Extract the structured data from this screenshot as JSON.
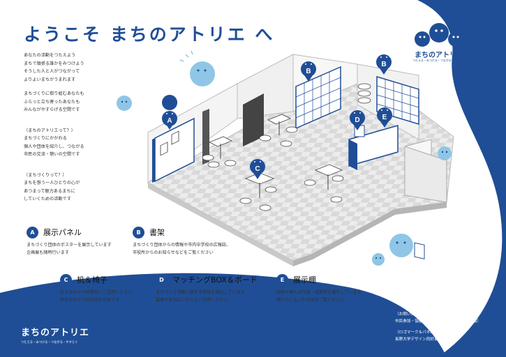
{
  "title": "ようこそ まちのアトリエ へ",
  "intro": [
    [
      "あなたの活動をつたえよう",
      "まちで頑張る誰かをみつけよう",
      "そうした人と人がつながって",
      "よりよいまちがうまれます"
    ],
    [
      "まちづくりに取り組むあなたも",
      "ふらっと立ち寄ったあなたも",
      "みんながやすらげる空間です"
    ],
    [
      "（まちのアトリエって？）",
      "まちづくりにかかわる",
      "個人や団体を紹介し、つながる",
      "市民の交流・憩いの空間です"
    ],
    [
      "（まちづくりって？）",
      "まちを想う一人ひとりの心が",
      "あつまって魅力あるまちに",
      "していくための活動です"
    ]
  ],
  "logo": {
    "name": "まちのアトリエ",
    "tagline": "つたえる・みつける・つながる・やすらぐ"
  },
  "map_markers": [
    "A",
    "B",
    "B",
    "C",
    "D",
    "E"
  ],
  "legend": [
    {
      "letter": "A",
      "heading": "展示パネル",
      "lines": [
        "まちづくり団体のポスターを展示しています",
        "企画展も随時行います"
      ]
    },
    {
      "letter": "B",
      "heading": "書架",
      "lines": [
        "まちづくり団体からの情報や市内中学校の広報誌、",
        "市役所からのお知らせなどをご覧ください"
      ]
    },
    {
      "letter": "C",
      "heading": "机＆椅子",
      "lines": [
        "打ち合わせや休憩等にご活用ください",
        "机を合わせての利用も可能です"
      ]
    },
    {
      "letter": "D",
      "heading": "マッチングBOX＆ボード",
      "lines": [
        "まちづくり活動に関する情報を掲出しています",
        "募集や参加はこちらをご利用ください"
      ]
    },
    {
      "letter": "E",
      "heading": "展示棚",
      "lines": [
        "団体や個人の作品・成果物を展示しています",
        "想いのこもった作品をご覧ください"
      ]
    }
  ],
  "contact": {
    "label1": "（お問い合わせ）",
    "line1": "市民参加・協働推進課（上田市役所本庁舎３階）",
    "label2": "（ロゴマーク＆パネル制作）",
    "line2": "長野大学デザイン同好会 コトポート"
  },
  "colors": {
    "navy": "#1f4e96",
    "light_blue": "#8fc6e6",
    "floor": "#e3e3e3"
  }
}
